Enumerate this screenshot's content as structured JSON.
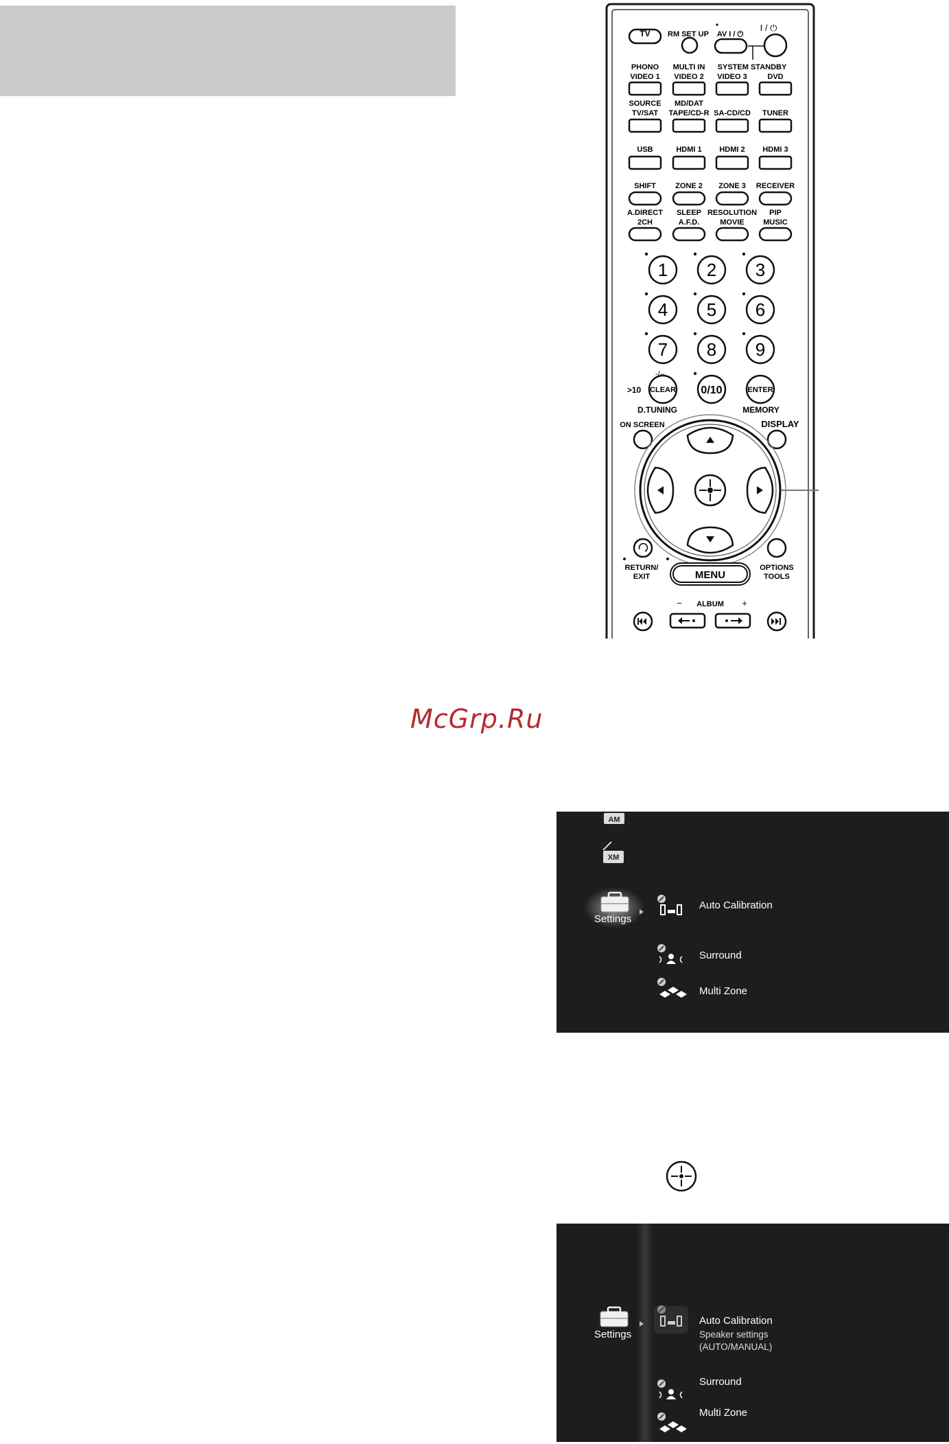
{
  "watermark": "McGrp.Ru",
  "remote": {
    "rows": {
      "row1": [
        "TV",
        "RM SET UP",
        "AV I / ⏻",
        "I / ⏻"
      ],
      "row2": [
        [
          "PHONO",
          "VIDEO 1"
        ],
        [
          "MULTI IN",
          "VIDEO 2"
        ],
        [
          "SYSTEM STANDBY",
          "VIDEO 3"
        ],
        [
          "",
          "DVD"
        ]
      ],
      "row3": [
        [
          "SOURCE",
          "TV/SAT"
        ],
        [
          "MD/DAT",
          "TAPE/CD-R"
        ],
        [
          "",
          "SA-CD/CD"
        ],
        [
          "",
          "TUNER"
        ]
      ],
      "row4": [
        "USB",
        "HDMI 1",
        "HDMI 2",
        "HDMI 3"
      ],
      "row5": [
        "SHIFT",
        "ZONE 2",
        "ZONE 3",
        "RECEIVER"
      ],
      "row6": [
        [
          "A.DIRECT",
          "2CH"
        ],
        [
          "SLEEP",
          "A.F.D."
        ],
        [
          "RESOLUTION",
          "MOVIE"
        ],
        [
          "PIP",
          "MUSIC"
        ]
      ]
    },
    "numbers": [
      "1",
      "2",
      "3",
      "4",
      "5",
      "6",
      "7",
      "8",
      "9"
    ],
    "clear": "CLEAR",
    "zero": "0/10",
    "enter": "ENTER",
    "gt10": ">10",
    "dash": "-/--",
    "dtuning": "D.TUNING",
    "memory": "MEMORY",
    "on_screen": "ON SCREEN",
    "display": "DISPLAY",
    "return_exit": [
      "RETURN/",
      "EXIT"
    ],
    "menu": "MENU",
    "options_tools": [
      "OPTIONS",
      "TOOLS"
    ],
    "album": "ALBUM",
    "album_minus": "−",
    "album_plus": "+"
  },
  "screen1": {
    "icon_am": "AM",
    "icon_xm": "XM",
    "category": "Settings",
    "items": [
      "Auto Calibration",
      "Surround",
      "Multi Zone"
    ]
  },
  "screen2": {
    "category": "Settings",
    "items": [
      "Auto Calibration",
      "Surround",
      "Multi Zone"
    ],
    "subtitle": [
      "Speaker settings",
      "(AUTO/MANUAL)"
    ]
  },
  "icons": [
    "power-icon",
    "arrow-up-icon",
    "arrow-down-icon",
    "arrow-left-icon",
    "arrow-right-icon",
    "enter-icon",
    "return-icon",
    "prev-track-icon",
    "next-track-icon",
    "settings-toolbox-icon",
    "speaker-icon",
    "surround-icon",
    "multi-zone-icon",
    "am-icon",
    "xm-icon"
  ]
}
